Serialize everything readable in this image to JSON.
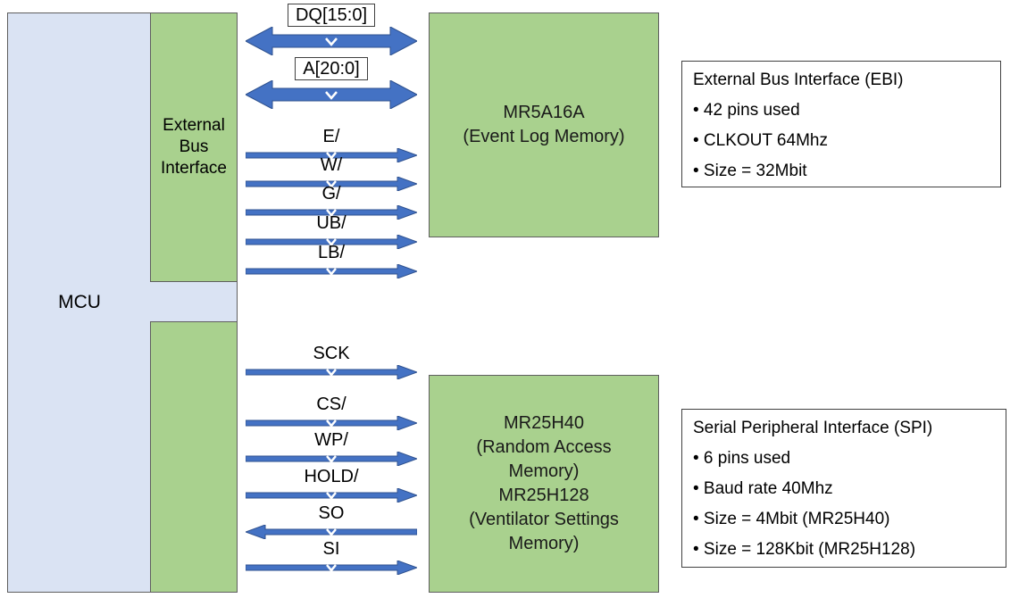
{
  "diagram": {
    "mcu": {
      "label": "MCU"
    },
    "ebi_block": {
      "label": "External Bus Interface"
    },
    "memory_top": {
      "lines": [
        "MR5A16A",
        "(Event Log Memory)"
      ]
    },
    "memory_bottom": {
      "lines": [
        "MR25H40",
        "(Random Access",
        "Memory)",
        "MR25H128",
        "(Ventilator Settings",
        "Memory)"
      ]
    },
    "ebi_signals": [
      {
        "label": "DQ[15:0]",
        "direction": "both"
      },
      {
        "label": "A[20:0]",
        "direction": "both"
      },
      {
        "label": "E/",
        "direction": "right"
      },
      {
        "label": "W/",
        "direction": "right"
      },
      {
        "label": "G/",
        "direction": "right"
      },
      {
        "label": "UB/",
        "direction": "right"
      },
      {
        "label": "LB/",
        "direction": "right"
      }
    ],
    "spi_signals": [
      {
        "label": "SCK",
        "direction": "right"
      },
      {
        "label": "CS/",
        "direction": "right"
      },
      {
        "label": "WP/",
        "direction": "right"
      },
      {
        "label": "HOLD/",
        "direction": "right"
      },
      {
        "label": "SO",
        "direction": "left"
      },
      {
        "label": "SI",
        "direction": "right"
      }
    ],
    "ebi_note": {
      "title": "External Bus Interface (EBI)",
      "bullets": [
        "• 42 pins used",
        "• CLKOUT 64Mhz",
        "• Size = 32Mbit"
      ]
    },
    "spi_note": {
      "title": "Serial Peripheral Interface (SPI)",
      "bullets": [
        "• 6 pins used",
        "• Baud rate 40Mhz",
        "• Size = 4Mbit (MR25H40)",
        "• Size = 128Kbit (MR25H128)"
      ]
    },
    "colors": {
      "green": "#a9d18e",
      "blue": "#dae3f3",
      "arrow": "#4472c4",
      "arrow_outline": "#2f528f"
    }
  }
}
